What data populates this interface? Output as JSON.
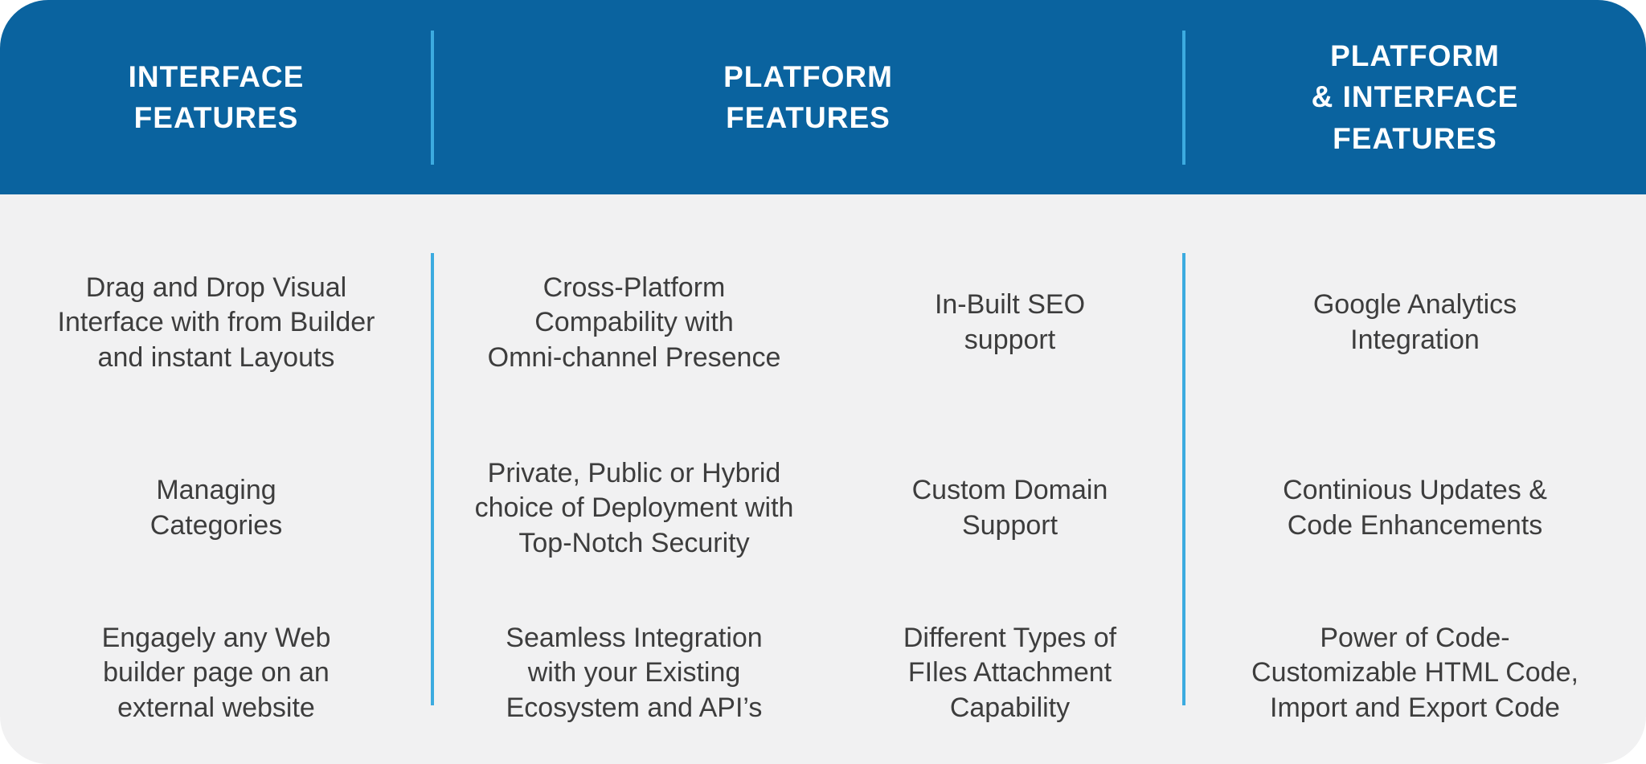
{
  "colors": {
    "header_bg": "#0A639F",
    "body_bg": "#F1F1F2",
    "divider": "#3CABE0",
    "header_text": "#FFFFFF",
    "body_text": "#3D3D3D"
  },
  "header": {
    "titles": [
      "INTERFACE\nFEATURES",
      "PLATFORM\nFEATURES",
      "PLATFORM\n& INTERFACE\nFEATURES"
    ]
  },
  "grid": {
    "columns": [
      {
        "group": "INTERFACE FEATURES",
        "cells": [
          "Drag and Drop Visual\nInterface with from Builder\nand instant Layouts",
          "Managing\nCategories",
          "Engagely any Web\nbuilder page on an\nexternal website"
        ]
      },
      {
        "group": "PLATFORM FEATURES",
        "cells": [
          "Cross-Platform\nCompability with\nOmni-channel Presence",
          "Private, Public or Hybrid\nchoice of Deployment with\nTop-Notch Security",
          "Seamless Integration\nwith your Existing\nEcosystem and API’s"
        ]
      },
      {
        "group": "PLATFORM FEATURES",
        "cells": [
          "In-Built SEO\nsupport",
          "Custom Domain\nSupport",
          "Different Types of\nFIles Attachment\nCapability"
        ]
      },
      {
        "group": "PLATFORM & INTERFACE FEATURES",
        "cells": [
          "Google Analytics\nIntegration",
          "Continious Updates &\nCode Enhancements",
          "Power of Code-\nCustomizable HTML Code,\nImport and Export Code"
        ]
      }
    ]
  }
}
